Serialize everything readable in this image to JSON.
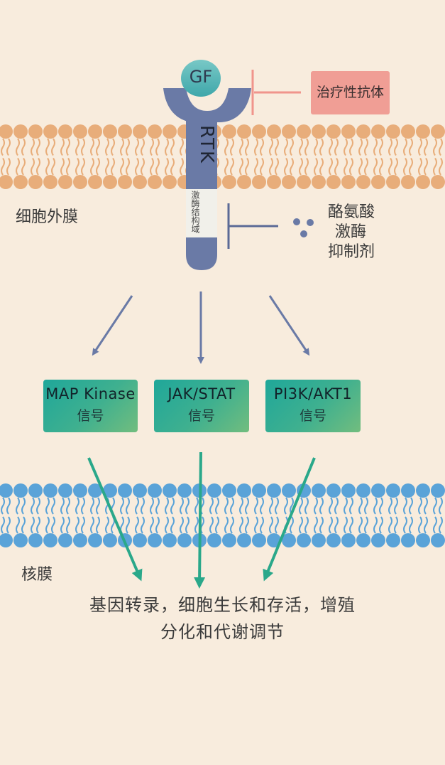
{
  "receptor": {
    "ligand_label": "GF",
    "receptor_label": "RTK",
    "kinase_domain_label": "激酶结构域"
  },
  "inhibitors": {
    "antibody_label": "治疗性抗体",
    "tki_label_line1": "酪氨酸",
    "tki_label_line2": "激酶",
    "tki_label_line3": "抑制剂"
  },
  "membranes": {
    "cell_membrane_label": "细胞外膜",
    "nuclear_membrane_label": "核膜"
  },
  "pathways": [
    {
      "name": "MAP Kinase",
      "sub": "信号"
    },
    {
      "name": "JAK/STAT",
      "sub": "信号"
    },
    {
      "name": "PI3K/AKT1",
      "sub": "信号"
    }
  ],
  "outcome": {
    "line1": "基因转录，细胞生长和存活，增殖",
    "line2": "分化和代谢调节"
  },
  "colors": {
    "background": "#f8ecdd",
    "cell_membrane": "#e8ad7a",
    "nuclear_membrane": "#5aa3d8",
    "receptor": "#6a7aa6",
    "ligand": "#4fb3b3",
    "antibody_box": "#f09e95",
    "inhibitor_line": "#5b6a96",
    "green_arrow": "#2aa88a"
  }
}
